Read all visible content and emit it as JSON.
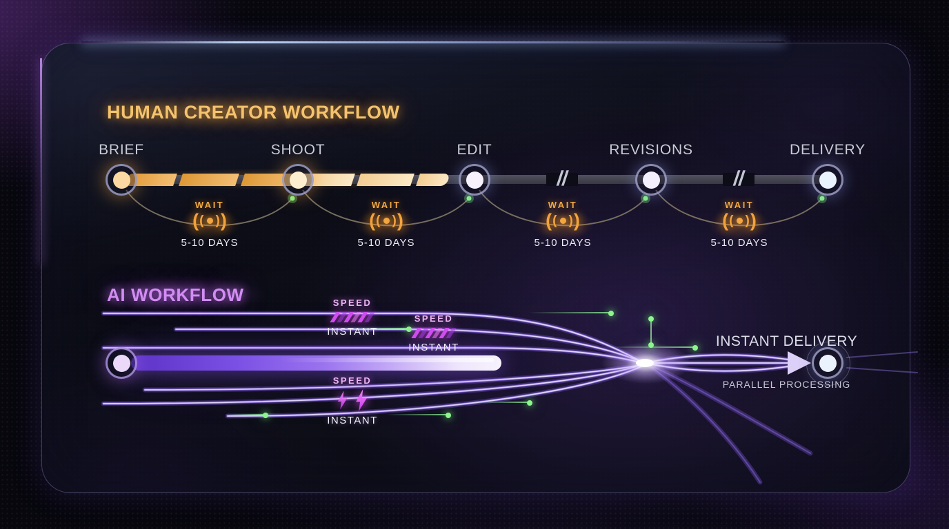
{
  "colors": {
    "human_accent": "#f2b45c",
    "wait_accent": "#f0a843",
    "ai_accent": "#d18df2",
    "speed_magenta": "#cf4cee",
    "green_signal": "#8df58d",
    "text_light": "#c9cbd7"
  },
  "human_workflow": {
    "title": "HUMAN CREATOR WORKFLOW",
    "stages": [
      {
        "label": "BRIEF"
      },
      {
        "label": "SHOOT"
      },
      {
        "label": "EDIT"
      },
      {
        "label": "REVISIONS"
      },
      {
        "label": "DELIVERY"
      }
    ],
    "break_symbol": "//",
    "waits": [
      {
        "label": "WAIT",
        "duration": "5-10 DAYS"
      },
      {
        "label": "WAIT",
        "duration": "5-10 DAYS"
      },
      {
        "label": "WAIT",
        "duration": "5-10 DAYS"
      },
      {
        "label": "WAIT",
        "duration": "5-10 DAYS"
      }
    ]
  },
  "ai_workflow": {
    "title": "AI WORKFLOW",
    "speed_markers": [
      {
        "label": "SPEED",
        "value": "INSTANT",
        "icon": "speed-hatch-icon"
      },
      {
        "label": "SPEED",
        "value": "INSTANT",
        "icon": "speed-hatch-icon"
      },
      {
        "label": "SPEED",
        "value": "INSTANT",
        "icon": "lightning-bolts-icon"
      }
    ],
    "delivery": {
      "title": "INSTANT DELIVERY",
      "subtitle": "PARALLEL PROCESSING"
    }
  }
}
